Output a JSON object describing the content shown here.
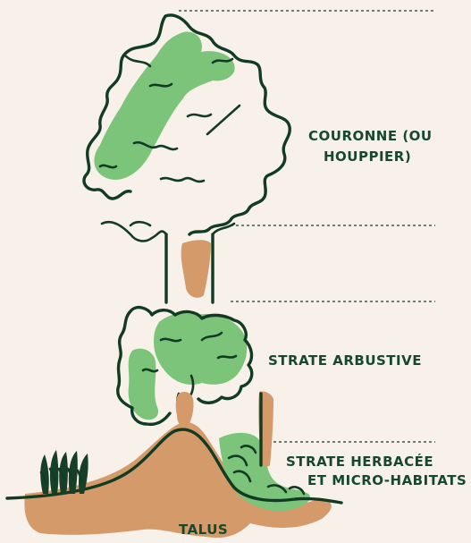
{
  "labels": {
    "crown_line1": "COURONNE (OU",
    "crown_line2": "HOUPPIER)",
    "shrub": "STRATE ARBUSTIVE",
    "herb_line1": "STRATE HERBACÉE",
    "herb_line2": "ET MICRO-HABITATS",
    "talus": "TALUS"
  },
  "colors": {
    "background": "#f8f1ea",
    "foliage": "#7cc47a",
    "outline": "#123b24",
    "soil": "#d49a6a",
    "label": "#16482e"
  }
}
